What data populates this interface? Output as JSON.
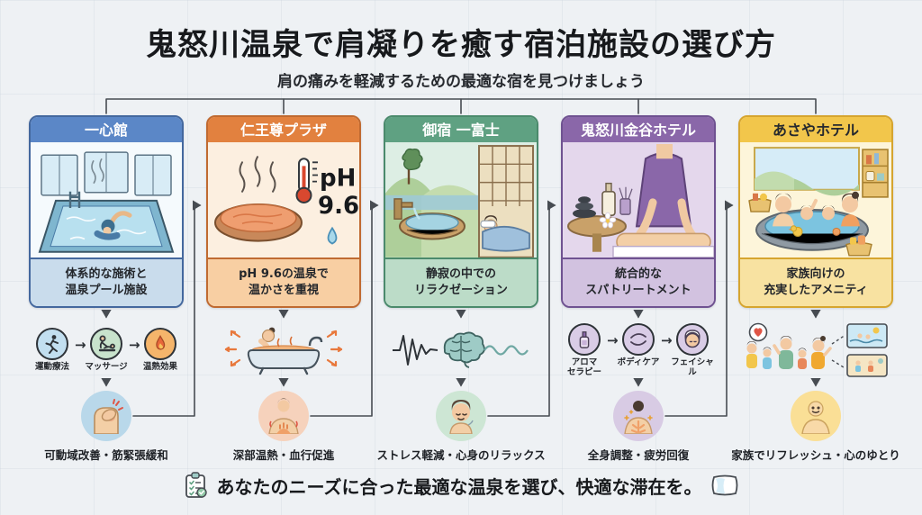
{
  "title": "鬼怒川温泉で肩凝りを癒す宿泊施設の選び方",
  "subtitle": "肩の痛みを軽減するための最適な宿を見つけましょう",
  "background": "#eef1f4",
  "connector_color": "#474c52",
  "footer": {
    "text": "あなたのニーズに合った最適な温泉を選び、快適な滞在を。"
  },
  "columns": [
    {
      "name": "一心館",
      "description": "体系的な施術と\n温泉プール施設",
      "steps": [
        "運動療法",
        "マッサージ",
        "温熱効果"
      ],
      "outcome": "可動域改善・筋緊張緩和",
      "illustration": "indoor-onsen-pool-with-swimmer",
      "colors": {
        "header": "#5b87c7",
        "header_text": "#ffffff",
        "border": "#44689e",
        "body": "#f5fafd",
        "desc_bg": "#c9dcec",
        "outcome_bg": "#b9d8ea"
      }
    },
    {
      "name": "仁王尊プラザ",
      "description": "pH 9.6の温泉で\n温かさを重視",
      "ph_text": "pH\n9.6",
      "outcome": "深部温熱・血行促進",
      "illustration": "steaming-onsen-basin-with-thermometer",
      "colors": {
        "header": "#e2813f",
        "header_text": "#ffffff",
        "border": "#c06a31",
        "body": "#fcefe0",
        "desc_bg": "#f8cfa3",
        "outcome_bg": "#f6d2bc"
      }
    },
    {
      "name": "御宿 一富士",
      "description": "静寂の中での\nリラクゼーション",
      "outcome": "ストレス軽減・心身のリラックス",
      "illustration": "quiet-ryokan-open-air-bath-and-sleeping-guest",
      "colors": {
        "header": "#5fa182",
        "header_text": "#ffffff",
        "border": "#4b8a6c",
        "body": "#eaf4ee",
        "desc_bg": "#bcdcc8",
        "outcome_bg": "#cde6d4"
      }
    },
    {
      "name": "鬼怒川金谷ホテル",
      "description": "統合的な\nスパトリートメント",
      "steps": [
        "アロマ\nセラピー",
        "ボディケア",
        "フェイシャル"
      ],
      "outcome": "全身調整・疲労回復",
      "illustration": "spa-massage-treatment",
      "colors": {
        "header": "#8a67a9",
        "header_text": "#ffffff",
        "border": "#6f5291",
        "body": "#eee6f4",
        "desc_bg": "#d2c2e0",
        "outcome_bg": "#d8cbe4"
      }
    },
    {
      "name": "あさやホテル",
      "description": "家族向けの\n充実したアメニティ",
      "outcome": "家族でリフレッシュ・心のゆとり",
      "illustration": "family-bath-with-amenities",
      "colors": {
        "header": "#f2c64b",
        "header_text": "#26292e",
        "border": "#d6a52f",
        "body": "#fdf5da",
        "desc_bg": "#f8e2a1",
        "outcome_bg": "#fadf96"
      }
    }
  ]
}
